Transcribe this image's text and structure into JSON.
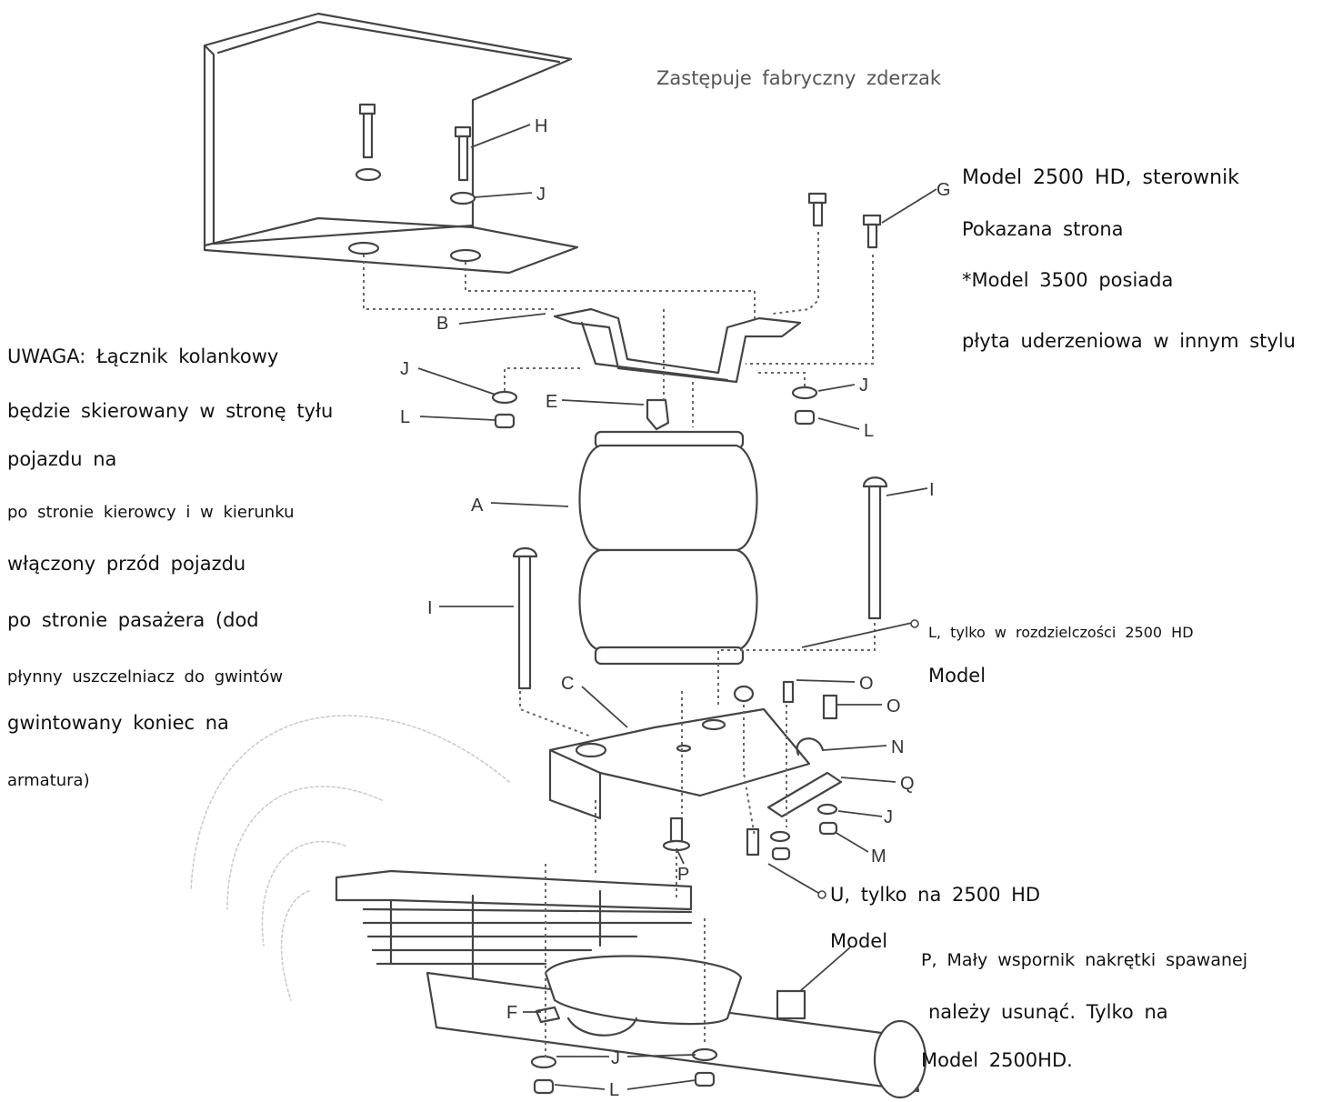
{
  "caption_top": "Zastępuje fabryczny zderzak",
  "model_note": [
    "Model 2500 HD, sterownik",
    "Pokazana strona",
    "*Model 3500 posiada",
    "płyta uderzeniowa w innym stylu"
  ],
  "warning_note": [
    "UWAGA: Łącznik kolankowy",
    "będzie skierowany w stronę tyłu",
    "pojazdu na",
    "po stronie kierowcy i w kierunku",
    "włączony przód pojazdu",
    "po stronie pasażera (dod",
    "płynny uszczelniacz do gwintów",
    "gwintowany koniec na",
    "armatura)"
  ],
  "note_L": [
    "L, tylko w rozdzielczości 2500 HD",
    "Model"
  ],
  "note_U": [
    "U, tylko na 2500 HD",
    "Model"
  ],
  "note_P": [
    "P, Mały wspornik nakrętki spawanej",
    "należy usunąć. Tylko na",
    "Model 2500HD."
  ],
  "part_labels": {
    "A": "A",
    "B": "B",
    "C": "C",
    "E": "E",
    "F": "F",
    "G": "G",
    "H": "H",
    "I": "I",
    "J": "J",
    "L": "L",
    "M": "M",
    "N": "N",
    "O": "O",
    "P": "P",
    "Q": "Q"
  }
}
